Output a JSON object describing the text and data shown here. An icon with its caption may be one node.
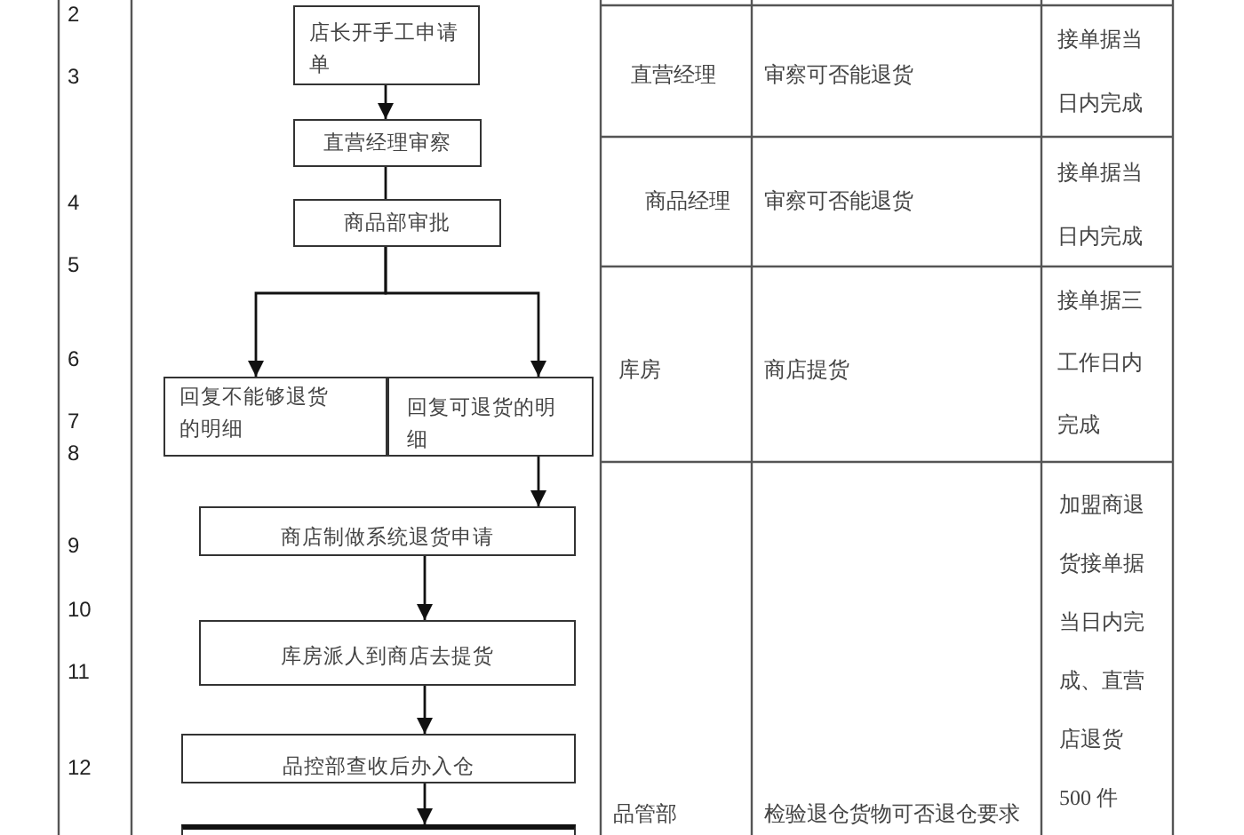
{
  "diagram": {
    "nodes": [
      {
        "text": [
          "店长开手工申请单"
        ]
      },
      {
        "text": [
          "直营经理审察"
        ]
      },
      {
        "text": [
          "商品部审批"
        ]
      },
      {
        "text": [
          "回复不能够退货的明细"
        ]
      },
      {
        "text": [
          "回复可退货的明细"
        ]
      },
      {
        "text": [
          "商店制做系统退货申请"
        ]
      },
      {
        "text": [
          "库房派人到商店去提货"
        ]
      },
      {
        "text": [
          "品控部查收后办入仓"
        ]
      },
      {
        "text": [],
        "shape": "box"
      }
    ],
    "edges": [
      {
        "from": 0,
        "to": 1,
        "arrow": "to"
      },
      {
        "from": 1,
        "to": 2,
        "arrow": "none"
      },
      {
        "from": 2,
        "to": 3,
        "arrow": "to"
      },
      {
        "from": 2,
        "to": 4,
        "arrow": "to"
      },
      {
        "from": 4,
        "to": 5,
        "arrow": "to"
      },
      {
        "from": 5,
        "to": 6,
        "arrow": "to"
      },
      {
        "from": 6,
        "to": 7,
        "arrow": "to"
      },
      {
        "from": 7,
        "to": 8,
        "arrow": "to"
      }
    ],
    "labels": [
      "2",
      "3",
      "4",
      "5",
      "6",
      "7",
      "8",
      "9",
      "10",
      "11",
      "12",
      "直营经理",
      "审察可否能退货",
      "接单据当日内完成",
      "商品经理",
      "审察可否能退货",
      "接单据当日内完成",
      "库房",
      "商店提货",
      "接单据三工作日内完成",
      "品管部",
      "检验退仓货物可否退仓要求",
      "加盟商退货接单据当日内完成、直营店退货 500 件"
    ]
  }
}
